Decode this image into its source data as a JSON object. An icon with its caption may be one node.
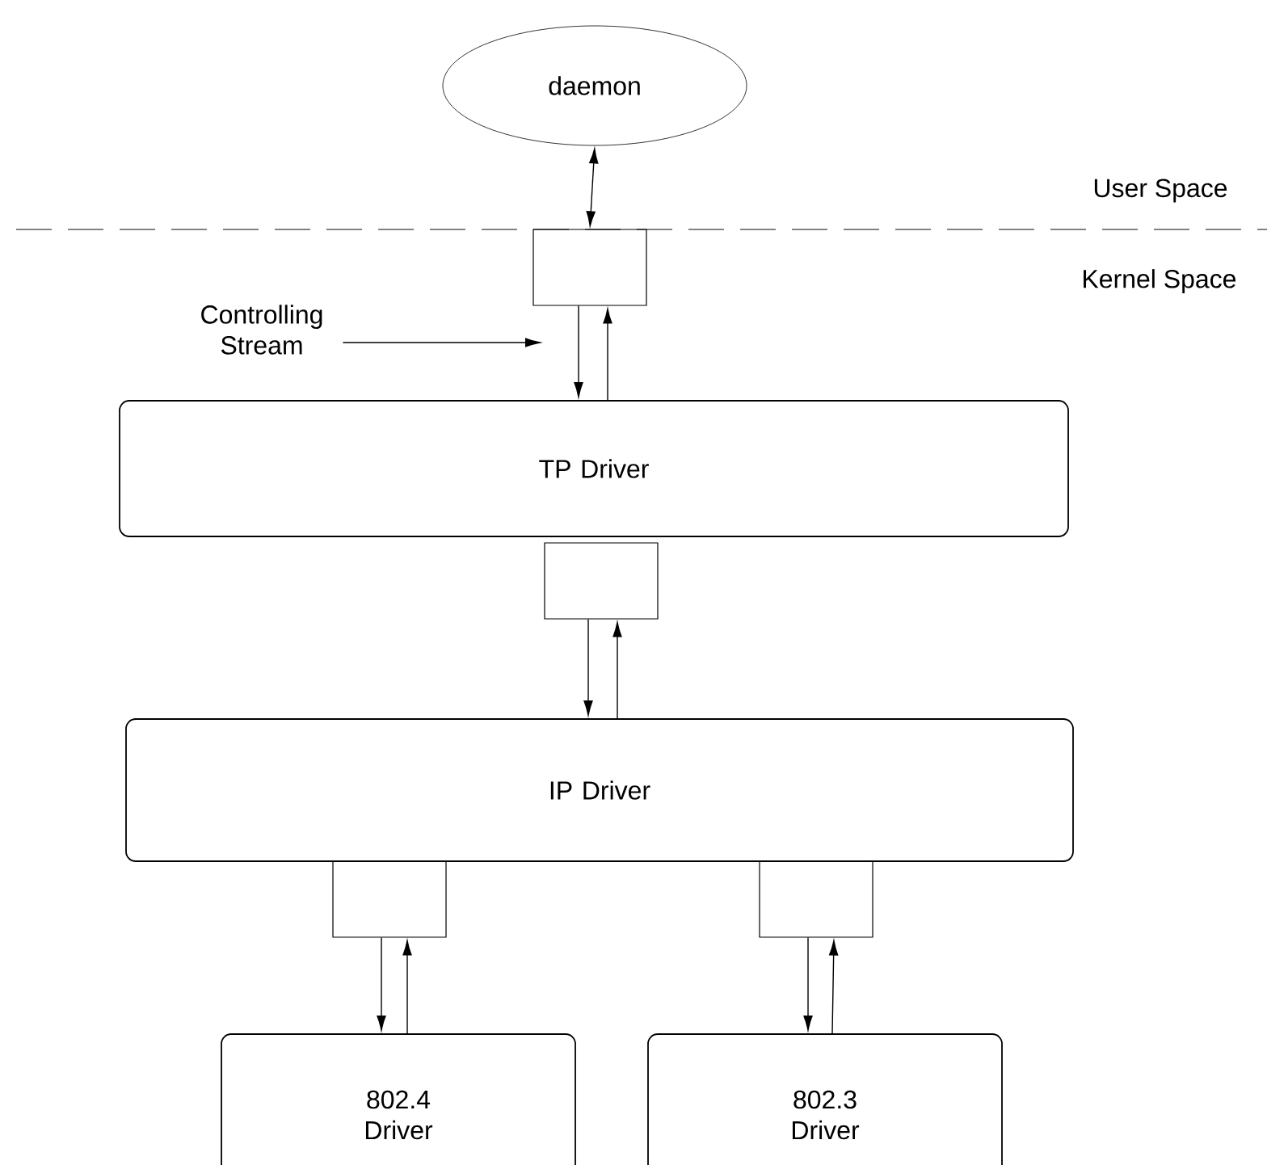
{
  "diagram": {
    "nodes": [
      {
        "text": [
          "daemon"
        ]
      },
      {
        "text": [],
        "shape": "box"
      },
      {
        "text": [
          "TP Driver"
        ]
      },
      {
        "text": [],
        "shape": "box"
      },
      {
        "text": [
          "IP Driver"
        ]
      },
      {
        "text": [],
        "shape": "box"
      },
      {
        "text": [],
        "shape": "box"
      },
      {
        "text": [
          "802.4 Driver"
        ]
      },
      {
        "text": [
          "802.3 Driver"
        ]
      },
      {
        "text": [
          "Controlling Stream"
        ]
      }
    ],
    "edges": [
      {
        "from": 0,
        "to": 1,
        "arrow": "both"
      },
      {
        "from": 1,
        "to": 2,
        "arrow": "to"
      },
      {
        "from": 2,
        "to": 1,
        "arrow": "to"
      },
      {
        "from": 3,
        "to": 4,
        "arrow": "to"
      },
      {
        "from": 4,
        "to": 3,
        "arrow": "to"
      },
      {
        "from": 5,
        "to": 7,
        "arrow": "to"
      },
      {
        "from": 7,
        "to": 5,
        "arrow": "to"
      },
      {
        "from": 6,
        "to": 8,
        "arrow": "to"
      },
      {
        "from": 8,
        "to": 6,
        "arrow": "to"
      },
      {
        "from": 9,
        "to": null,
        "arrow": "to"
      }
    ],
    "labels": [
      "User Space",
      "Kernel Space"
    ]
  }
}
